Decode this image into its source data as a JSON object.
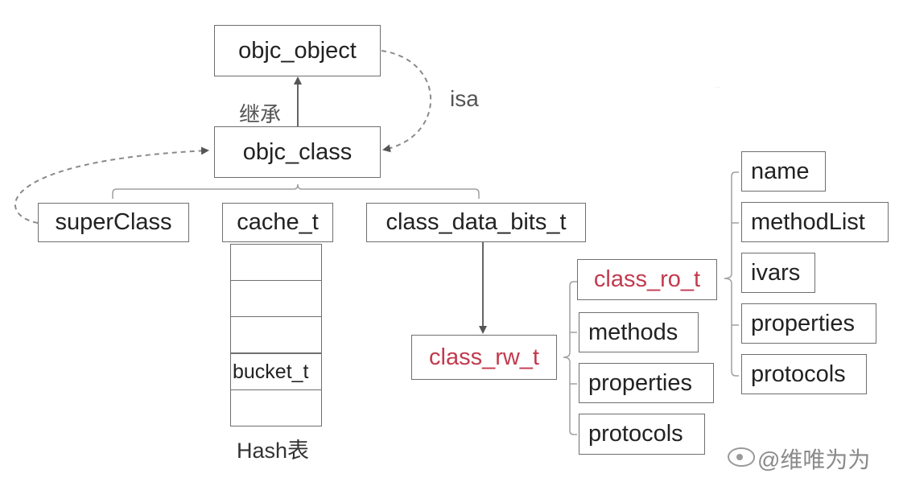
{
  "nodes": {
    "objc_object": "objc_object",
    "objc_class": "objc_class",
    "superClass": "superClass",
    "cache_t": "cache_t",
    "class_data_bits_t": "class_data_bits_t",
    "class_rw_t": "class_rw_t",
    "class_ro_t": "class_ro_t",
    "rw_methods": "methods",
    "rw_properties": "properties",
    "rw_protocols": "protocols",
    "ro_name": "name",
    "ro_methodList": "methodList",
    "ro_ivars": "ivars",
    "ro_properties": "properties",
    "ro_protocols": "protocols"
  },
  "labels": {
    "inherit": "继承",
    "isa": "isa",
    "hash_table": "Hash表"
  },
  "hash_cells": [
    "",
    "",
    "",
    "bucket_t",
    ""
  ],
  "watermark": "@维唯为为",
  "faint_watermark": "...",
  "icons": {
    "watermark_logo": "weibo-logo-icon"
  },
  "colors": {
    "highlight": "#c23a4e",
    "border": "#6f6f6f",
    "connector": "#999999",
    "arrow": "#555555"
  }
}
